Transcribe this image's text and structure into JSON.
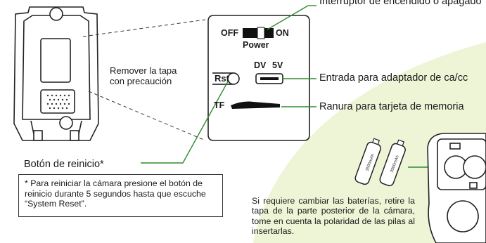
{
  "callouts": {
    "power_switch": "Interruptor de encendido o apagado",
    "adapter_input": "Entrada para adaptador de ca/cc",
    "memory_slot": "Ranura para tarjeta de memoria",
    "reset_button": "Botón de reinicio*",
    "remove_cover": "Remover la tapa con precaución"
  },
  "panel": {
    "off": "OFF",
    "on": "ON",
    "power": "Power",
    "dc": "DV",
    "voltage": "5V",
    "rst": "Rst",
    "tf": "TF"
  },
  "battery_label": "3500mAh",
  "notes": {
    "reset_note": "* Para reiniciar la cámara presione el botón de reinicio durante 5 segundos hasta que escuche “System Reset”.",
    "battery_note": "Si requiere cambiar las baterías, retire la tapa de la parte posterior de la cámara, tome en cuenta la polaridad de las pilas al insertarlas."
  },
  "colors": {
    "accent_green": "#2e8b2e",
    "background_tint": "#eef5d6",
    "outline": "#222222"
  }
}
